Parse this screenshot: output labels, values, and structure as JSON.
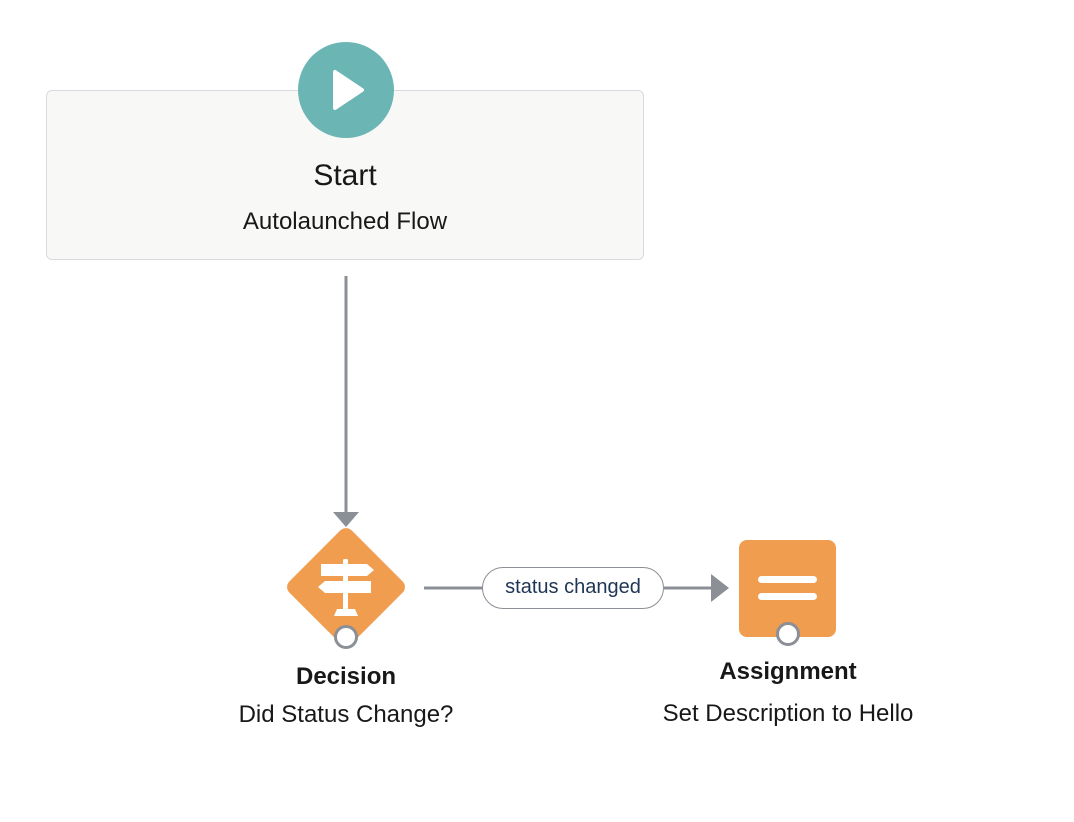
{
  "nodes": {
    "start": {
      "title": "Start",
      "subtitle": "Autolaunched Flow",
      "icon": "play-icon",
      "color": "#6bb6b5"
    },
    "decision": {
      "title": "Decision",
      "subtitle": "Did Status Change?",
      "icon": "signpost-icon",
      "color": "#f09d50"
    },
    "assignment": {
      "title": "Assignment",
      "subtitle": "Set Description to Hello",
      "icon": "equals-icon",
      "color": "#f09d50"
    }
  },
  "connectors": {
    "start_to_decision": {
      "label": ""
    },
    "decision_to_assignment": {
      "label": "status changed"
    }
  },
  "colors": {
    "connector": "#8b8f96",
    "label_text": "#1e3553",
    "start_card_bg": "#f8f8f7",
    "start_card_border": "#d8dadd"
  }
}
